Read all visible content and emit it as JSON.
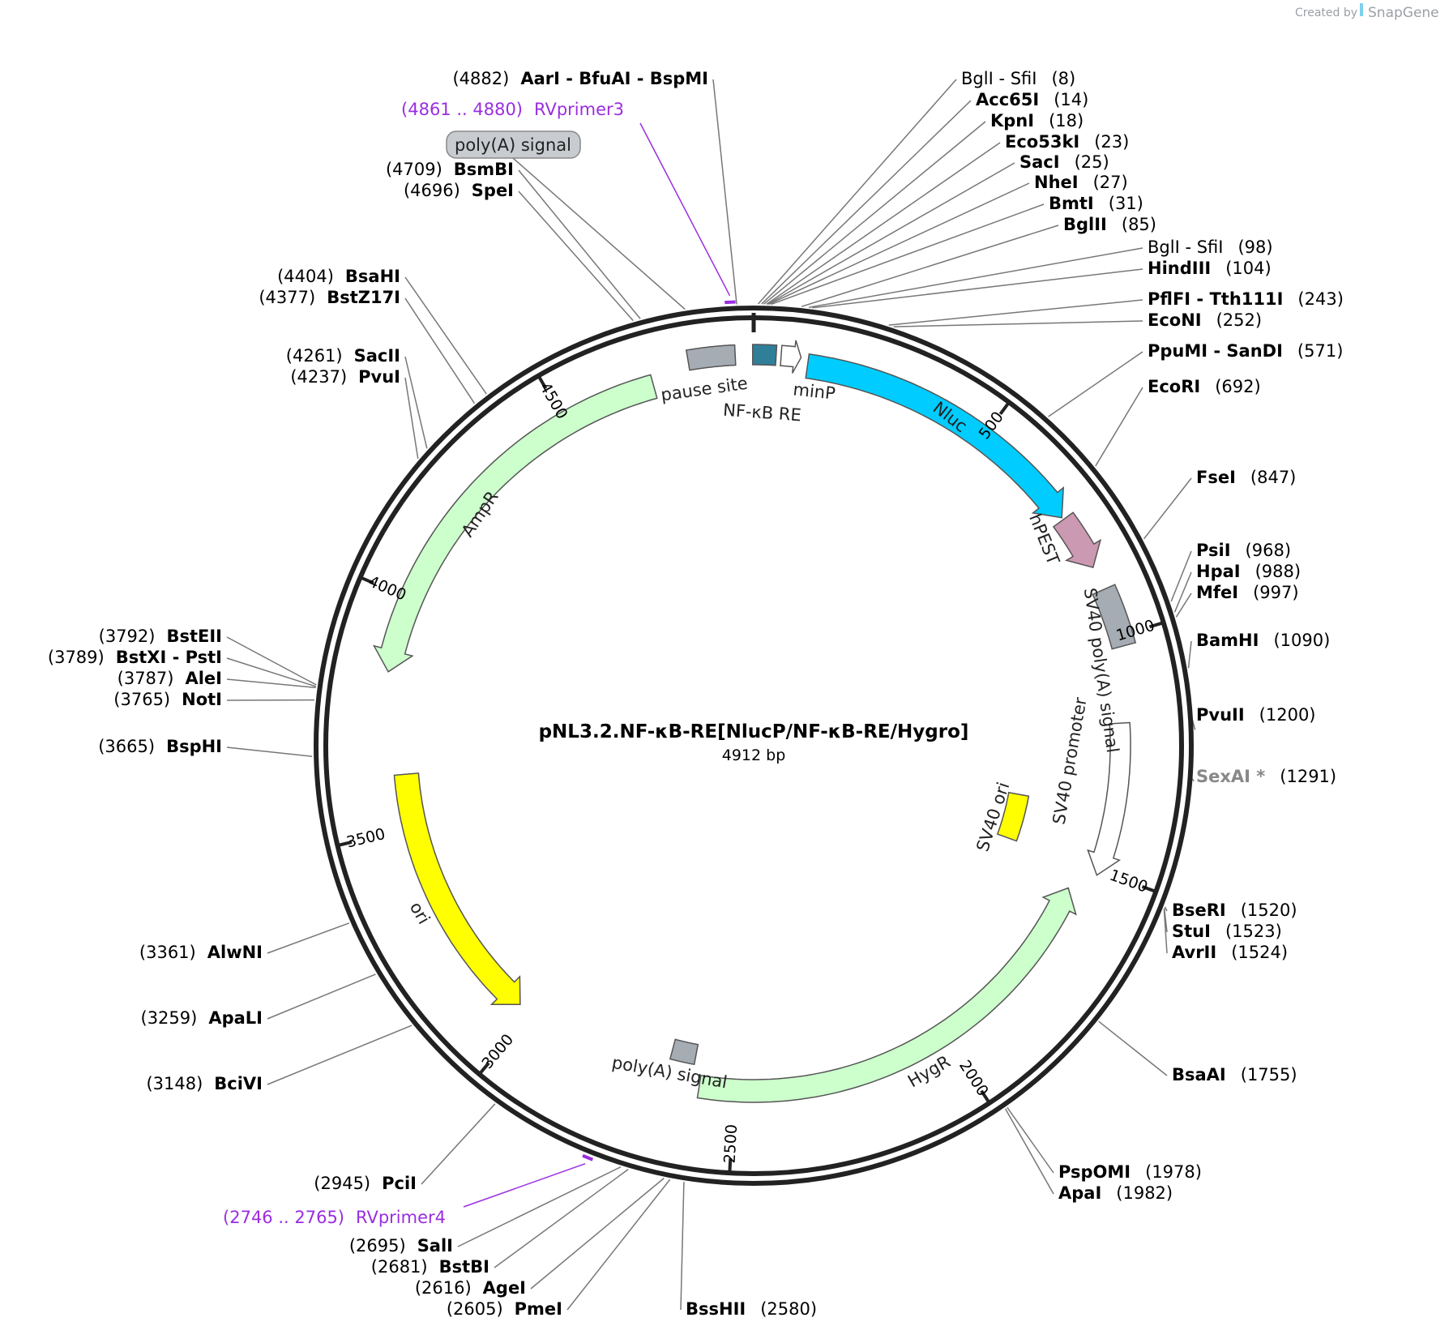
{
  "brand": {
    "created_by": "Created by",
    "app": "SnapGene"
  },
  "plasmid": {
    "name": "pNL3.2.NF-κB-RE[NlucP/NF-κB-RE/Hygro]",
    "length_label": "4912 bp",
    "length": 4912
  },
  "ticks": [
    {
      "pos": 500,
      "label": "500"
    },
    {
      "pos": 1000,
      "label": "1000"
    },
    {
      "pos": 1500,
      "label": "1500"
    },
    {
      "pos": 2000,
      "label": "2000"
    },
    {
      "pos": 2500,
      "label": "2500"
    },
    {
      "pos": 3000,
      "label": "3000"
    },
    {
      "pos": 3500,
      "label": "3500"
    },
    {
      "pos": 4000,
      "label": "4000"
    },
    {
      "pos": 4500,
      "label": "4500"
    }
  ],
  "features": [
    {
      "label": "Nluc",
      "start": 110,
      "end": 730,
      "direction": "forward",
      "color": "#00ccff"
    },
    {
      "label": "hPEST",
      "start": 735,
      "end": 850,
      "direction": "forward",
      "color": "#cc99b2"
    },
    {
      "label": "SV40 poly(A) signal",
      "start": 900,
      "end": 1022,
      "direction": "none",
      "color": "#a6acb3"
    },
    {
      "label": "SV40 promoter",
      "start": 1180,
      "end": 1510,
      "direction": "forward",
      "color": "#ffffff"
    },
    {
      "label": "SV40 ori",
      "start": 1370,
      "end": 1500,
      "direction": "none",
      "color": "#ffff00"
    },
    {
      "label": "HygR",
      "start": 1560,
      "end": 2580,
      "direction": "reverse",
      "color": "#ccffcc"
    },
    {
      "label": "poly(A) signal",
      "start": 2600,
      "end": 2660,
      "direction": "none",
      "color": "#a6acb3"
    },
    {
      "label": "ori",
      "start": 3030,
      "end": 3620,
      "direction": "reverse",
      "color": "#ffff00"
    },
    {
      "label": "AmpR",
      "start": 3840,
      "end": 4700,
      "direction": "reverse",
      "color": "#ccffcc"
    },
    {
      "label": "pause site",
      "start": 4780,
      "end": 4875,
      "direction": "none",
      "color": "#a6acb3"
    },
    {
      "label": "NF-κB RE",
      "start": 4910,
      "end": 45,
      "direction": "none",
      "color": "#2f7f99"
    },
    {
      "label": "minP",
      "start": 55,
      "end": 95,
      "direction": "forward",
      "color": "#ffffff"
    }
  ],
  "primers": [
    {
      "range_label": "(4861 .. 4880)",
      "name": "RVprimer3",
      "start": 4861,
      "end": 4880
    },
    {
      "range_label": "(2746 .. 2765)",
      "name": "RVprimer4",
      "start": 2746,
      "end": 2765
    }
  ],
  "sites_right": [
    {
      "names": "BglI  -  SfiI",
      "pos_label": "(8)",
      "pos": 8,
      "bold": false
    },
    {
      "names": "Acc65I",
      "pos_label": "(14)",
      "pos": 14,
      "bold": true
    },
    {
      "names": "KpnI",
      "pos_label": "(18)",
      "pos": 18,
      "bold": true
    },
    {
      "names": "Eco53kI",
      "pos_label": "(23)",
      "pos": 23,
      "bold": true
    },
    {
      "names": "SacI",
      "pos_label": "(25)",
      "pos": 25,
      "bold": true
    },
    {
      "names": "NheI",
      "pos_label": "(27)",
      "pos": 27,
      "bold": true
    },
    {
      "names": "BmtI",
      "pos_label": "(31)",
      "pos": 31,
      "bold": true
    },
    {
      "names": "BglII",
      "pos_label": "(85)",
      "pos": 85,
      "bold": true
    },
    {
      "names": "BglI  -  SfiI",
      "pos_label": "(98)",
      "pos": 98,
      "bold": false
    },
    {
      "names": "HindIII",
      "pos_label": "(104)",
      "pos": 104,
      "bold": true
    },
    {
      "names": "PflFI  -  Tth111I",
      "pos_label": "(243)",
      "pos": 243,
      "bold": true
    },
    {
      "names": "EcoNI",
      "pos_label": "(252)",
      "pos": 252,
      "bold": true
    },
    {
      "names": "PpuMI  -  SanDI",
      "pos_label": "(571)",
      "pos": 571,
      "bold": true
    },
    {
      "names": "EcoRI",
      "pos_label": "(692)",
      "pos": 692,
      "bold": true
    },
    {
      "names": "FseI",
      "pos_label": "(847)",
      "pos": 847,
      "bold": true
    },
    {
      "names": "PsiI",
      "pos_label": "(968)",
      "pos": 968,
      "bold": true
    },
    {
      "names": "HpaI",
      "pos_label": "(988)",
      "pos": 988,
      "bold": true
    },
    {
      "names": "MfeI",
      "pos_label": "(997)",
      "pos": 997,
      "bold": true
    },
    {
      "names": "BamHI",
      "pos_label": "(1090)",
      "pos": 1090,
      "bold": true
    },
    {
      "names": "PvuII",
      "pos_label": "(1200)",
      "pos": 1200,
      "bold": true
    },
    {
      "names": "SexAI *",
      "pos_label": "(1291)",
      "pos": 1291,
      "bold": true,
      "grey": true
    },
    {
      "names": "BseRI",
      "pos_label": "(1520)",
      "pos": 1520,
      "bold": true
    },
    {
      "names": "StuI",
      "pos_label": "(1523)",
      "pos": 1523,
      "bold": true
    },
    {
      "names": "AvrII",
      "pos_label": "(1524)",
      "pos": 1524,
      "bold": true
    },
    {
      "names": "BsaAI",
      "pos_label": "(1755)",
      "pos": 1755,
      "bold": true
    },
    {
      "names": "PspOMI",
      "pos_label": "(1978)",
      "pos": 1978,
      "bold": true
    },
    {
      "names": "ApaI",
      "pos_label": "(1982)",
      "pos": 1982,
      "bold": true
    },
    {
      "names": "BssHII",
      "pos_label": "(2580)",
      "pos": 2580,
      "bold": true
    }
  ],
  "sites_left": [
    {
      "names": "AarI  -  BfuAI  -  BspMI",
      "pos_label": "(4882)",
      "pos": 4882,
      "bold": true
    },
    {
      "names": "BsmBI",
      "pos_label": "(4709)",
      "pos": 4709,
      "bold": true
    },
    {
      "names": "SpeI",
      "pos_label": "(4696)",
      "pos": 4696,
      "bold": true
    },
    {
      "names": "BsaHI",
      "pos_label": "(4404)",
      "pos": 4404,
      "bold": true
    },
    {
      "names": "BstZ17I",
      "pos_label": "(4377)",
      "pos": 4377,
      "bold": true
    },
    {
      "names": "SacII",
      "pos_label": "(4261)",
      "pos": 4261,
      "bold": true
    },
    {
      "names": "PvuI",
      "pos_label": "(4237)",
      "pos": 4237,
      "bold": true
    },
    {
      "names": "BstEII",
      "pos_label": "(3792)",
      "pos": 3792,
      "bold": true
    },
    {
      "names": "BstXI  -  PstI",
      "pos_label": "(3789)",
      "pos": 3789,
      "bold": true
    },
    {
      "names": "AleI",
      "pos_label": "(3787)",
      "pos": 3787,
      "bold": true
    },
    {
      "names": "NotI",
      "pos_label": "(3765)",
      "pos": 3765,
      "bold": true
    },
    {
      "names": "BspHI",
      "pos_label": "(3665)",
      "pos": 3665,
      "bold": true
    },
    {
      "names": "AlwNI",
      "pos_label": "(3361)",
      "pos": 3361,
      "bold": true
    },
    {
      "names": "ApaLI",
      "pos_label": "(3259)",
      "pos": 3259,
      "bold": true
    },
    {
      "names": "BciVI",
      "pos_label": "(3148)",
      "pos": 3148,
      "bold": true
    },
    {
      "names": "PciI",
      "pos_label": "(2945)",
      "pos": 2945,
      "bold": true
    },
    {
      "names": "SalI",
      "pos_label": "(2695)",
      "pos": 2695,
      "bold": true
    },
    {
      "names": "BstBI",
      "pos_label": "(2681)",
      "pos": 2681,
      "bold": true
    },
    {
      "names": "AgeI",
      "pos_label": "(2616)",
      "pos": 2616,
      "bold": true
    },
    {
      "names": "PmeI",
      "pos_label": "(2605)",
      "pos": 2605,
      "bold": true
    }
  ],
  "badge": {
    "label": "poly(A) signal"
  }
}
